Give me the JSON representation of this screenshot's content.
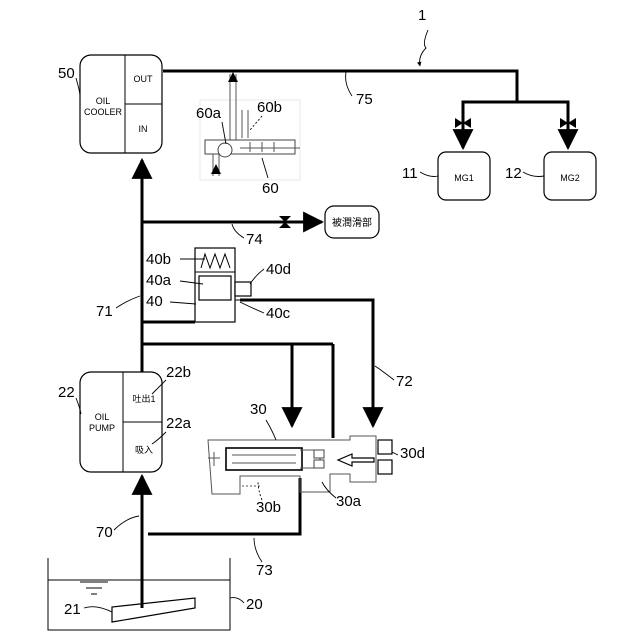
{
  "labels": {
    "system": "1",
    "oil_cooler_ref": "50",
    "oil_cooler_name_1": "OIL",
    "oil_cooler_name_2": "COOLER",
    "oil_cooler_out": "OUT",
    "oil_cooler_in": "IN",
    "valve_60": "60",
    "valve_60a": "60a",
    "valve_60b": "60b",
    "line_75": "75",
    "mg1_ref": "11",
    "mg1": "MG1",
    "mg2_ref": "12",
    "mg2": "MG2",
    "lubricated_part": "被潤滑部",
    "line_74": "74",
    "relief_40": "40",
    "relief_40a": "40a",
    "relief_40b": "40b",
    "relief_40c": "40c",
    "relief_40d": "40d",
    "line_71": "71",
    "line_72": "72",
    "pump_ref": "22",
    "pump_22a": "22a",
    "pump_22b": "22b",
    "pump_name_1": "OIL",
    "pump_name_2": "PUMP",
    "pump_discharge": "吐出1",
    "pump_intake": "吸入",
    "switch_30": "30",
    "switch_30a": "30a",
    "switch_30b": "30b",
    "switch_30d": "30d",
    "line_70": "70",
    "line_73": "73",
    "strainer_21": "21",
    "tank_20": "20"
  },
  "colors": {
    "line": "#000000",
    "background": "#ffffff"
  }
}
